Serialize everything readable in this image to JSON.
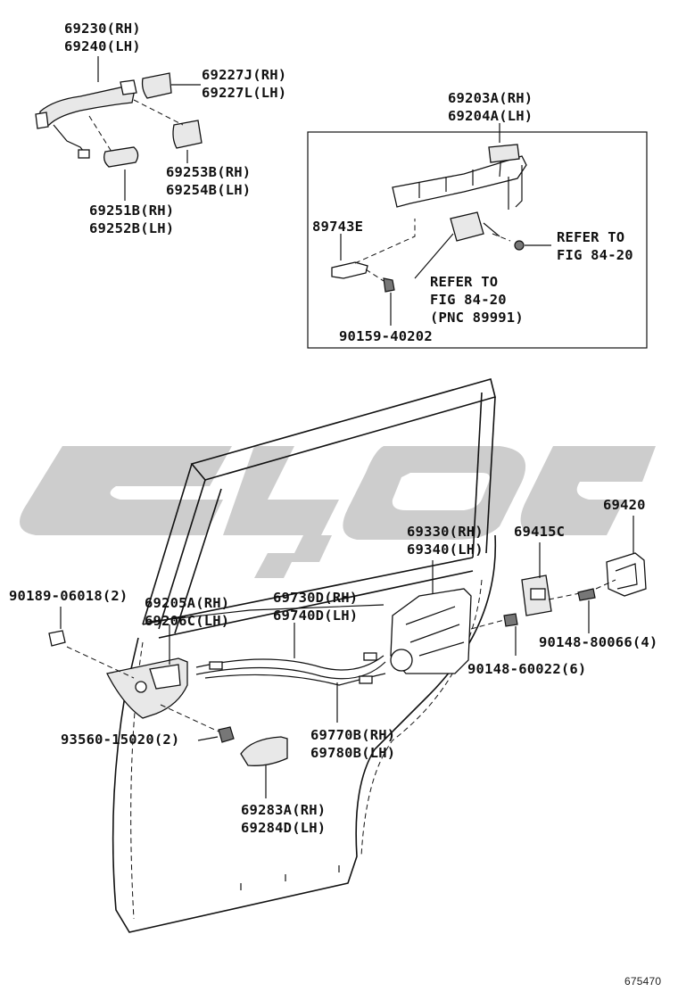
{
  "figure_id": "675470",
  "watermark_color": "#c8c8c8",
  "labels": {
    "p69230": [
      "69230(RH)",
      "69240(LH)"
    ],
    "p69227": [
      "69227J(RH)",
      "69227L(LH)"
    ],
    "p69253": [
      "69253B(RH)",
      "69254B(LH)"
    ],
    "p69251": [
      "69251B(RH)",
      "69252B(LH)"
    ],
    "p69203": [
      "69203A(RH)",
      "69204A(LH)"
    ],
    "p89743": [
      "89743E"
    ],
    "refer_right": [
      "REFER TO",
      "FIG 84-20"
    ],
    "refer_lower": [
      "REFER TO",
      "FIG 84-20",
      "(PNC 89991)"
    ],
    "p90159": [
      "90159-40202"
    ],
    "p69420": [
      "69420"
    ],
    "p69415": [
      "69415C"
    ],
    "p69330": [
      "69330(RH)",
      "69340(LH)"
    ],
    "p90189": [
      "90189-06018(2)"
    ],
    "p69205": [
      "69205A(RH)",
      "69206C(LH)"
    ],
    "p69730": [
      "69730D(RH)",
      "69740D(LH)"
    ],
    "p90148a": [
      "90148-80066(4)"
    ],
    "p90148b": [
      "90148-60022(6)"
    ],
    "p93560": [
      "93560-15020(2)"
    ],
    "p69770": [
      "69770B(RH)",
      "69780B(LH)"
    ],
    "p69283": [
      "69283A(RH)",
      "69284D(LH)"
    ]
  }
}
